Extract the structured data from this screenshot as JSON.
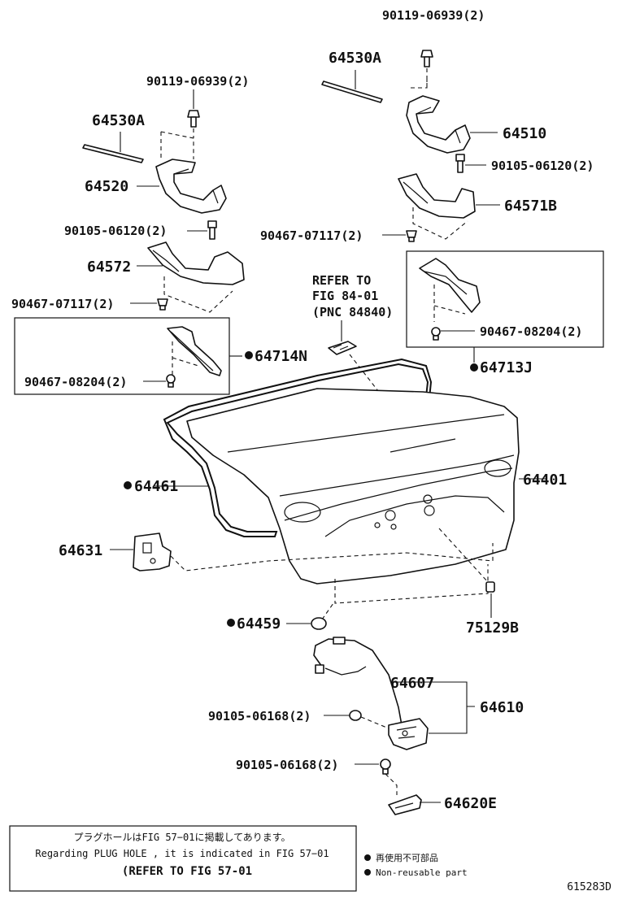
{
  "labels": {
    "bolt_top_right": "90119-06939(2)",
    "rod_right": "64530A",
    "bolt_top_left": "90119-06939(2)",
    "rod_left": "64530A",
    "hinge_right": "64510",
    "bolt_hinge_right": "90105-06120(2)",
    "hinge_left": "64520",
    "cover_right": "64571B",
    "bolt_hinge_left": "90105-06120(2)",
    "clip_right": "90467-07117(2)",
    "cover_left": "64572",
    "clip_left": "90467-07117(2)",
    "garnish_left": "64714N",
    "clip_box_left": "90467-08204(2)",
    "clip_box_right": "90467-08204(2)",
    "garnish_right": "64713J",
    "weatherstrip": "64461",
    "lid": "64401",
    "bracket": "64631",
    "bumper": "64459",
    "plug": "75129B",
    "cable": "64607",
    "lock_assy": "64610",
    "bolt_lock": "90105-06168(2)",
    "bolt_striker": "90105-06168(2)",
    "striker": "64620E"
  },
  "refer": {
    "line1": "REFER TO",
    "line2": "FIG 84-01",
    "line3": "(PNC 84840)"
  },
  "note": {
    "japanese": "プラグホールはFIG 57−01に掲載してあります。",
    "english": "Regarding PLUG HOLE , it is indicated in FIG 57−01",
    "refer": "(REFER TO FIG 57-01"
  },
  "legend": {
    "japanese": "再使用不可部品",
    "english": "Non-reusable part"
  },
  "figure_id": "615283D"
}
